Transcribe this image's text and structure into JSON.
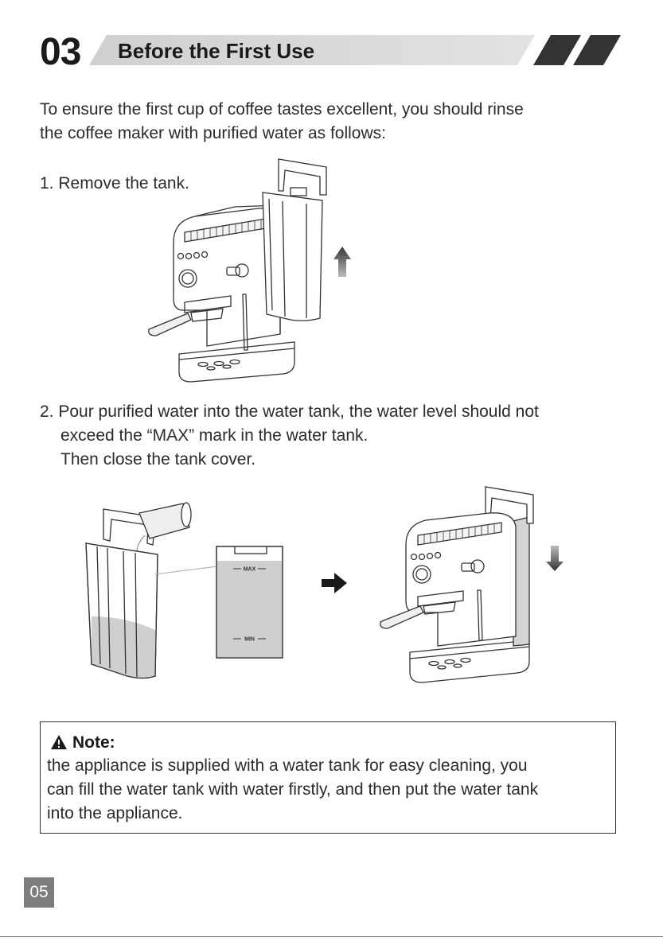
{
  "header": {
    "section_number": "03",
    "title": "Before the First Use"
  },
  "intro": {
    "line1": "To ensure the first cup of coffee tastes excellent, you should rinse",
    "line2": "the coffee maker with purified water as follows:"
  },
  "steps": [
    {
      "text": "1. Remove the tank."
    },
    {
      "line1": "2. Pour purified water into the water tank, the water level should not",
      "line2": "exceed the “MAX” mark in the water tank.",
      "line3": "Then close the tank cover."
    }
  ],
  "tank_marks": {
    "max": "MAX",
    "min": "MIN"
  },
  "note": {
    "title": "Note:",
    "line1": "the appliance is supplied with a water tank for easy cleaning, you",
    "line2": "can fill the water tank with water firstly, and then put the water tank",
    "line3": "into the appliance."
  },
  "footer": {
    "page_number": "05"
  },
  "colors": {
    "title_bar": "#d6d6d6",
    "stripes": "#333333",
    "water": "#c8c8c8",
    "page_badge": "#7d7d7d"
  }
}
